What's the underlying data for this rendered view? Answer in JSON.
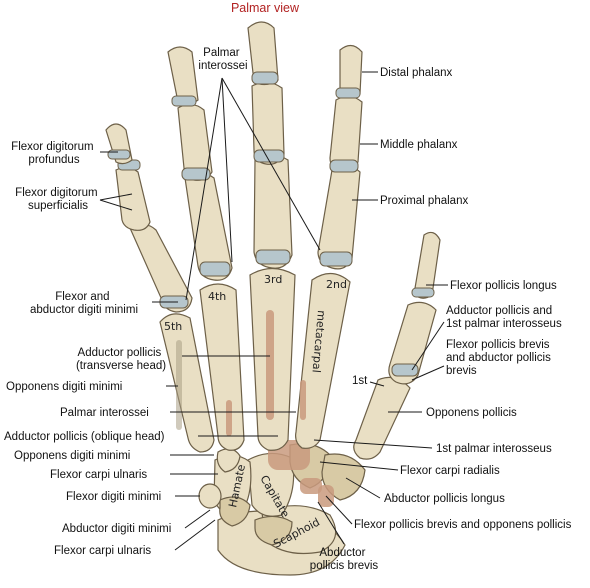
{
  "title": "Palmar view",
  "colors": {
    "title": "#b22222",
    "bone": "#e9dfc4",
    "bone_shadow": "#d8caa5",
    "cartilage": "#b6c6cc",
    "muscle_attachment": "#c99a7e",
    "leader": "#1a1a1a"
  },
  "labels": {
    "palmar_interossei_top": [
      "Palmar",
      "interossei"
    ],
    "distal_phalanx": "Distal phalanx",
    "middle_phalanx": "Middle phalanx",
    "proximal_phalanx": "Proximal phalanx",
    "fdp": [
      "Flexor digitorum",
      "profundus"
    ],
    "fds": [
      "Flexor digitorum",
      "superficialis"
    ],
    "flexor_abductor_dm": [
      "Flexor and",
      "abductor digiti minimi"
    ],
    "adductor_transverse": [
      "Adductor pollicis",
      "(transverse head)"
    ],
    "opponens_dm": "Opponens digiti minimi",
    "palmar_interossei_mid": "Palmar interossei",
    "adductor_oblique": "Adductor pollicis (oblique head)",
    "opponens_dm_2": "Opponens digiti minimi",
    "flexor_carpi_ulnaris_1": "Flexor carpi ulnaris",
    "flexor_digiti_minimi": "Flexor digiti minimi",
    "abductor_digiti_minimi": "Abductor digiti minimi",
    "flexor_carpi_ulnaris_2": "Flexor carpi ulnaris",
    "flexor_pollicis_longus": "Flexor pollicis longus",
    "adductor_1st_palmar": [
      "Adductor pollicis and",
      "1st palmar interosseus"
    ],
    "fpb_apb": [
      "Flexor pollicis brevis",
      "and abductor pollicis",
      "brevis"
    ],
    "first_label": "1st",
    "opponens_pollicis": "Opponens pollicis",
    "first_palmar_interosseus": "1st palmar interosseus",
    "flexor_carpi_radialis": "Flexor carpi radialis",
    "abductor_pollicis_longus": "Abductor pollicis longus",
    "fpb_opponens": "Flexor pollicis brevis and opponens pollicis",
    "abductor_pollicis_brevis": [
      "Abductor",
      "pollicis brevis"
    ]
  },
  "bone_labels": {
    "second": "2nd",
    "third": "3rd",
    "fourth": "4th",
    "fifth": "5th",
    "metacarpal": "metacarpal",
    "hamate": "Hamate",
    "capitate": "Capitate",
    "scaphoid": "Scaphoid"
  }
}
